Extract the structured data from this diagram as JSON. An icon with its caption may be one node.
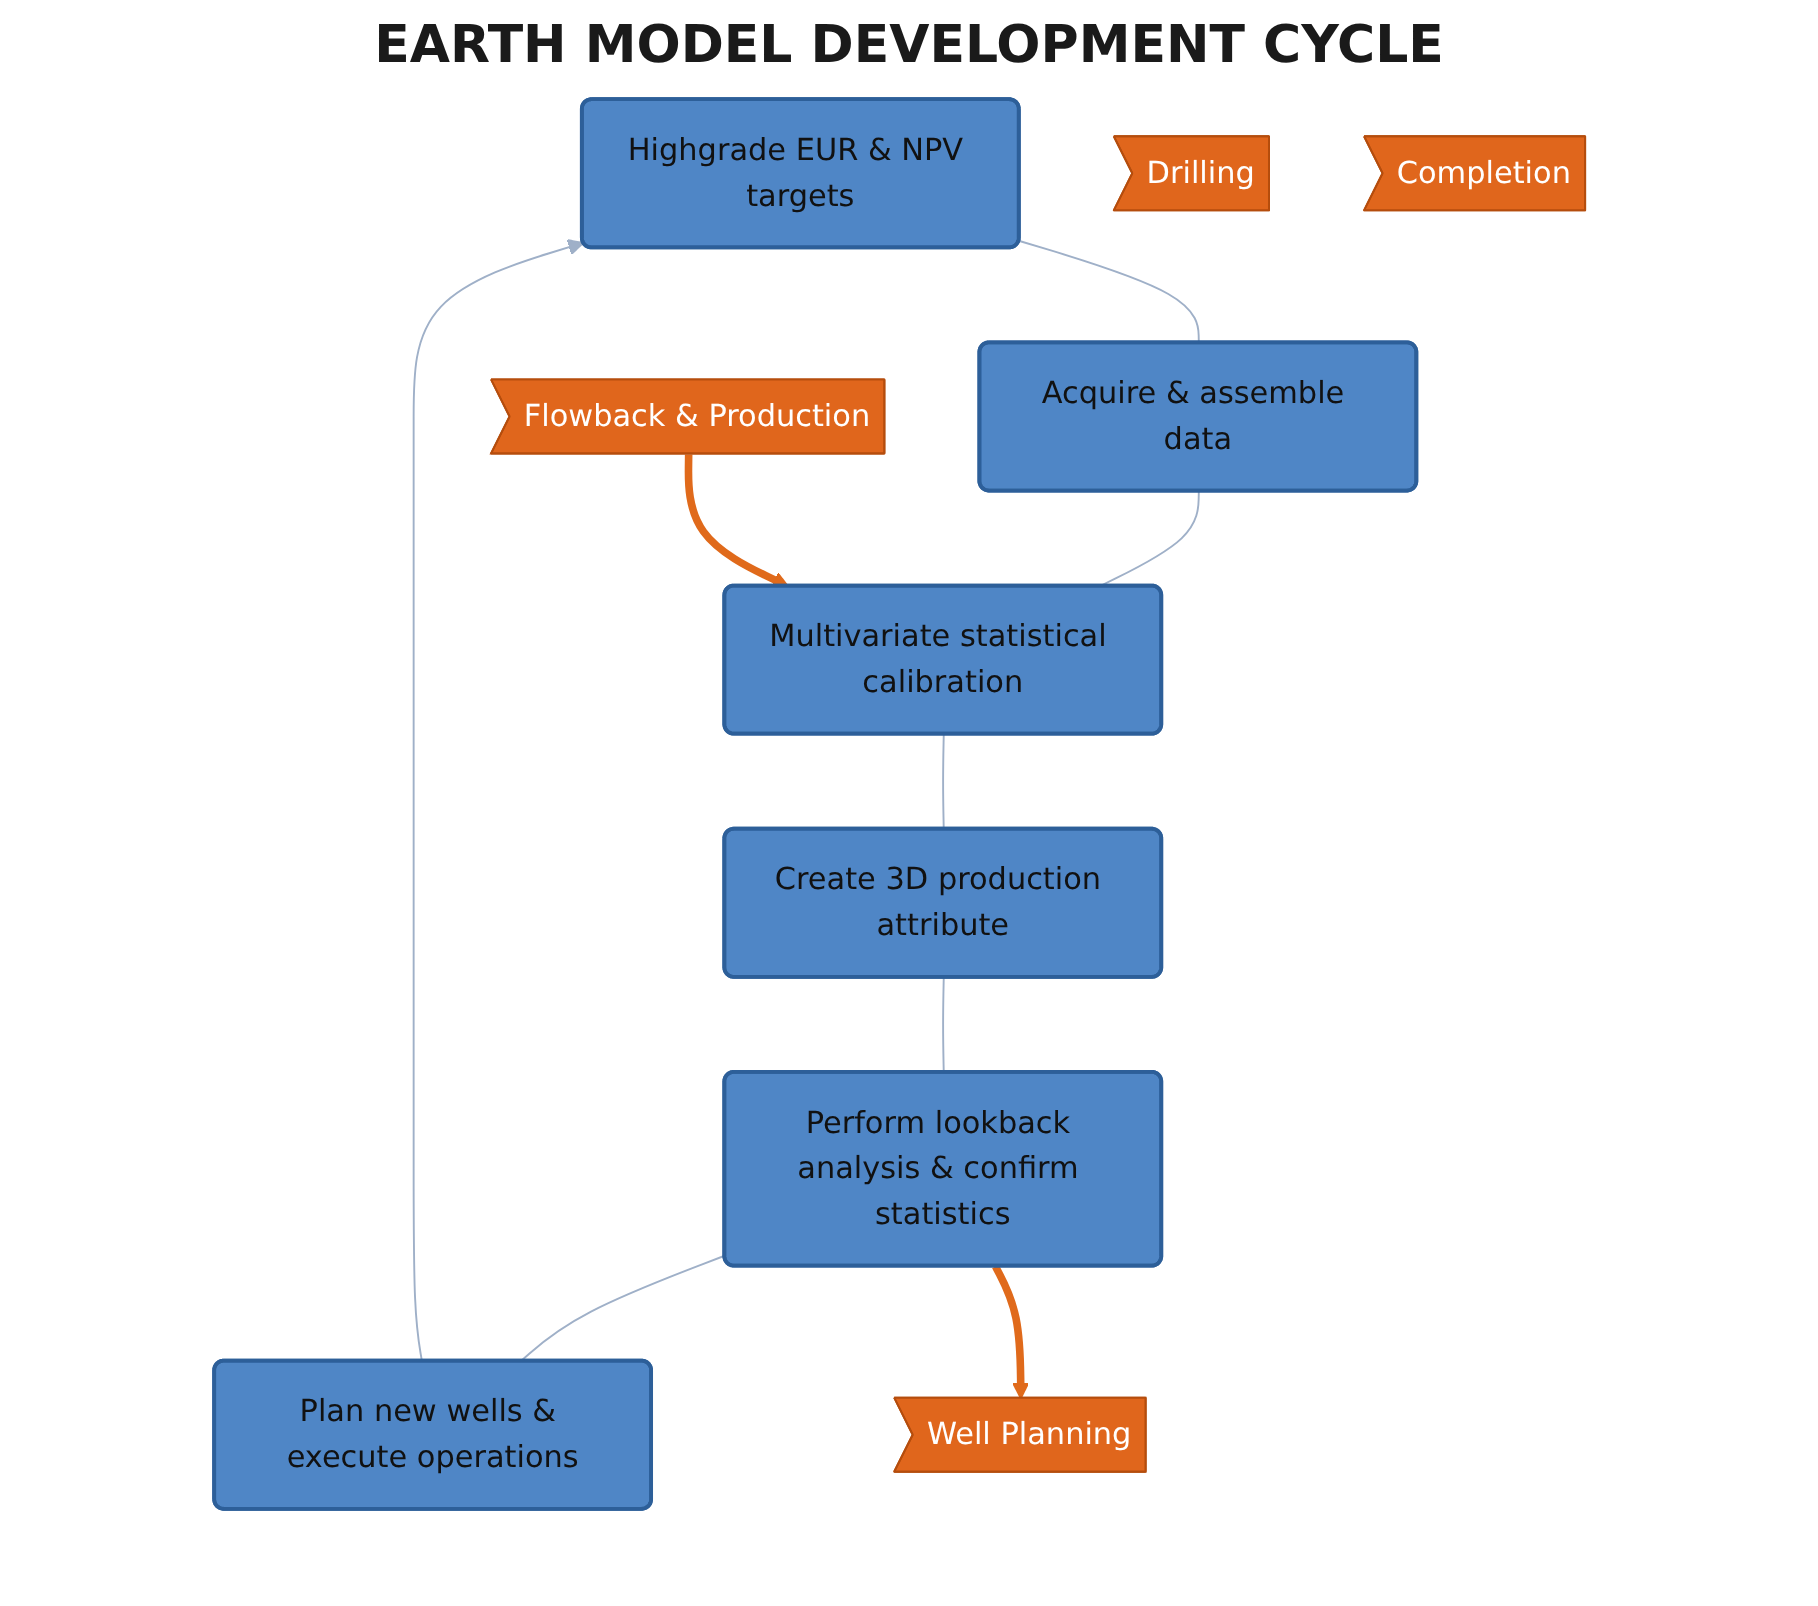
{
  "diagram": {
    "nodes": [
      {
        "text": [
          "Highgrade EUR & NPV targets"
        ]
      },
      {
        "text": [
          "Plan new wells & execute operations"
        ]
      },
      {
        "text": [
          "Acquire & assemble data"
        ]
      },
      {
        "text": [
          "Perform lookback analysis & confirm statistics"
        ]
      },
      {
        "text": [
          "Multivariate statistical calibration"
        ]
      },
      {
        "text": [
          "Create 3D production attribute"
        ]
      },
      {
        "text": [
          "Well Planning"
        ]
      },
      {
        "text": [
          "Drilling"
        ]
      },
      {
        "text": [
          "Completion"
        ]
      },
      {
        "text": [
          "Flowback & Production"
        ]
      }
    ],
    "edges": [
      {
        "from": 0,
        "to": 2,
        "arrow": "none"
      },
      {
        "from": 2,
        "to": 4,
        "arrow": "none"
      },
      {
        "from": 4,
        "to": 5,
        "arrow": "none"
      },
      {
        "from": 5,
        "to": 3,
        "arrow": "none"
      },
      {
        "from": 3,
        "to": 1,
        "arrow": "none"
      },
      {
        "from": 1,
        "to": 0,
        "arrow": "to"
      },
      {
        "from": 3,
        "to": 6,
        "arrow": "to",
        "style": "thick",
        "color": "#e06a1b"
      },
      {
        "from": 9,
        "to": 4,
        "arrow": "to",
        "style": "thick",
        "color": "#e06a1b"
      }
    ],
    "labels": [
      "EARTH MODEL DEVELOPMENT CYCLE"
    ]
  }
}
